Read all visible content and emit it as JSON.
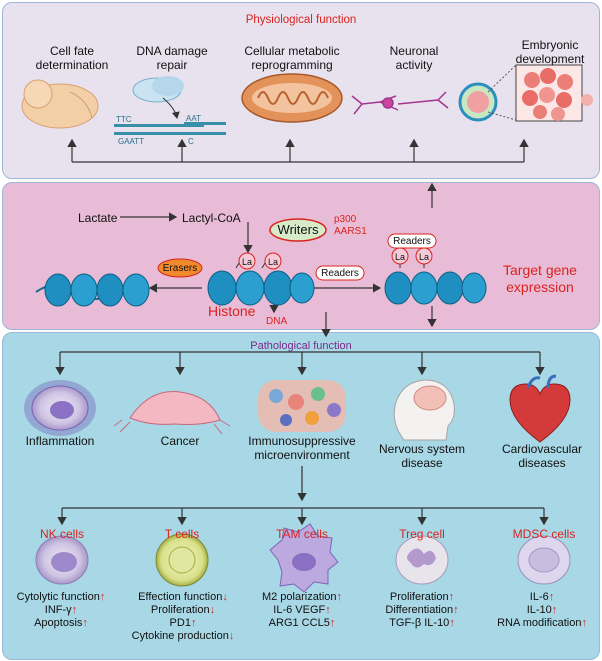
{
  "top": {
    "title": "Physiological function",
    "items": [
      {
        "label": "Cell fate\ndetermination"
      },
      {
        "label": "DNA damage\nrepair"
      },
      {
        "label": "Cellular metabolic\nreprogramming"
      },
      {
        "label": "Neuronal\nactivity"
      },
      {
        "label": "Embryonic\ndevelopment"
      }
    ],
    "dna_text_1": "TTC",
    "dna_text_2": "GAATT",
    "dna_text_3": "AAT",
    "dna_text_4": "C"
  },
  "middle": {
    "lactate": "Lactate",
    "lactyl_coa": "Lactyl-CoA",
    "writers": "Writers",
    "writers_list": "p300\nAARS1",
    "erasers": "Erasers",
    "readers_1": "Readers",
    "readers_2": "Readers",
    "la": "La",
    "histone": "Histone",
    "dna": "DNA",
    "target": "Target gene\nexpression"
  },
  "bottom": {
    "title": "Pathological function",
    "diseases": [
      {
        "label": "Inflammation"
      },
      {
        "label": "Cancer"
      },
      {
        "label": "Immunosuppressive\nmicroenvironment"
      },
      {
        "label": "Nervous system\ndisease"
      },
      {
        "label": "Cardiovascular\ndiseases"
      }
    ],
    "cells": [
      {
        "name": "NK cells",
        "effects": [
          "Cytolytic function",
          "INF-γ",
          "Apoptosis"
        ],
        "directions": [
          "up",
          "up",
          "up"
        ]
      },
      {
        "name": "T cells",
        "effects": [
          "Effection function",
          "Proliferation",
          "PD1",
          "Cytokine production"
        ],
        "directions": [
          "down",
          "down",
          "up",
          "down"
        ]
      },
      {
        "name": "TAM cells",
        "effects": [
          "M2 polarization",
          "IL-6 VEGF",
          "ARG1 CCL5"
        ],
        "directions": [
          "up",
          "up",
          "up"
        ]
      },
      {
        "name": "Treg cell",
        "effects": [
          "Proliferation",
          "Differentiation",
          "TGF-β IL-10"
        ],
        "directions": [
          "up",
          "up",
          "up"
        ]
      },
      {
        "name": "MDSC cells",
        "effects": [
          "IL-6",
          "IL-10",
          "RNA modification"
        ],
        "directions": [
          "up",
          "up",
          "up"
        ]
      }
    ]
  },
  "colors": {
    "top_panel": "#e8e2ef",
    "middle_panel": "#e8bcd6",
    "bottom_panel": "#a8d8e6",
    "accent_red": "#d9231f",
    "nucleosome": "#1e8fc0"
  }
}
